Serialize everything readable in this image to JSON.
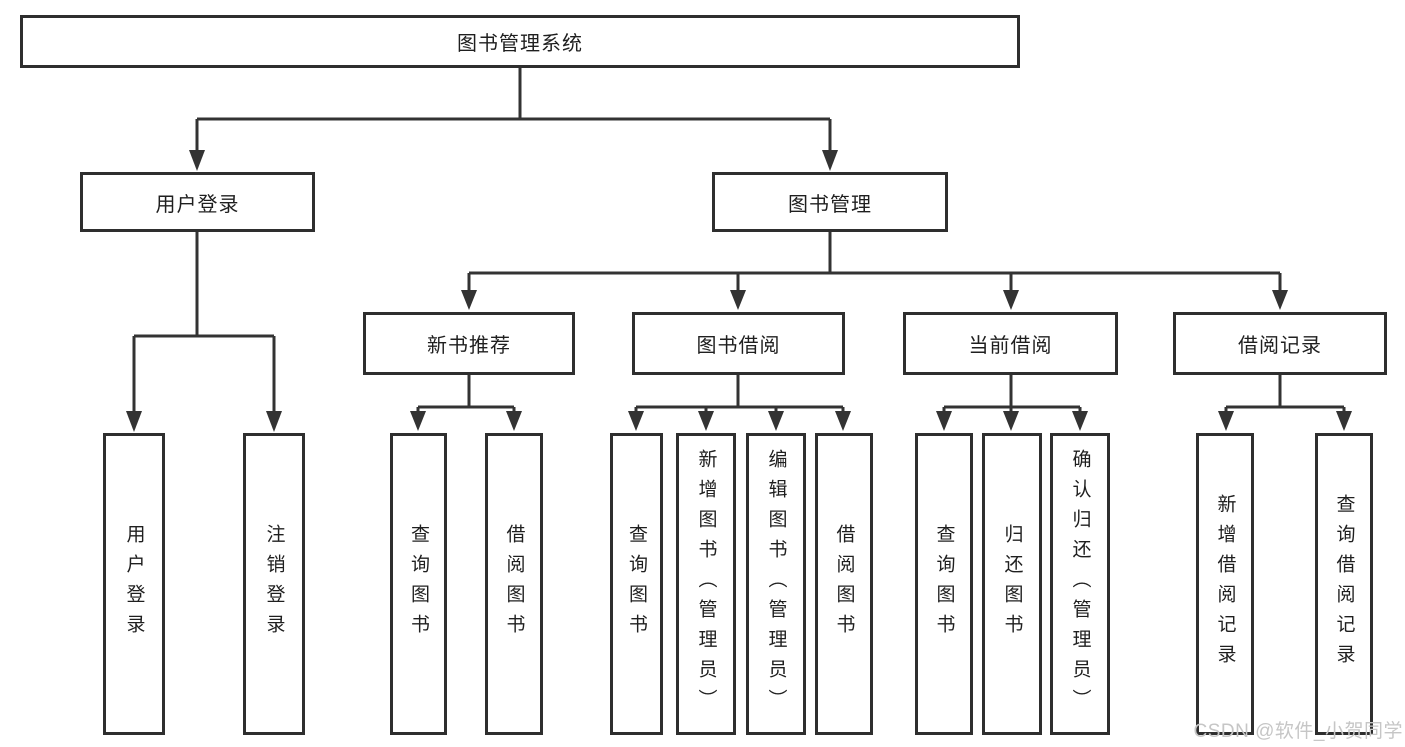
{
  "diagram": {
    "title": "图书管理系统",
    "branches": [
      {
        "label": "用户登录",
        "children": [
          "用户登录",
          "注销登录"
        ]
      },
      {
        "label": "图书管理",
        "sections": [
          {
            "label": "新书推荐",
            "children": [
              "查询图书",
              "借阅图书"
            ]
          },
          {
            "label": "图书借阅",
            "children": [
              "查询图书",
              "新增图书（管理员）",
              "编辑图书（管理员）",
              "借阅图书"
            ]
          },
          {
            "label": "当前借阅",
            "children": [
              "查询图书",
              "归还图书",
              "确认归还（管理员）"
            ]
          },
          {
            "label": "借阅记录",
            "children": [
              "新增借阅记录",
              "查询借阅记录"
            ]
          }
        ]
      }
    ]
  },
  "watermark": "CSDN @软件_小贺同学",
  "colors": {
    "line": "#333333",
    "box_border": "#2e2e2e",
    "text": "#1f1f1f",
    "watermark": "#c6c6c6",
    "background": "#ffffff"
  }
}
